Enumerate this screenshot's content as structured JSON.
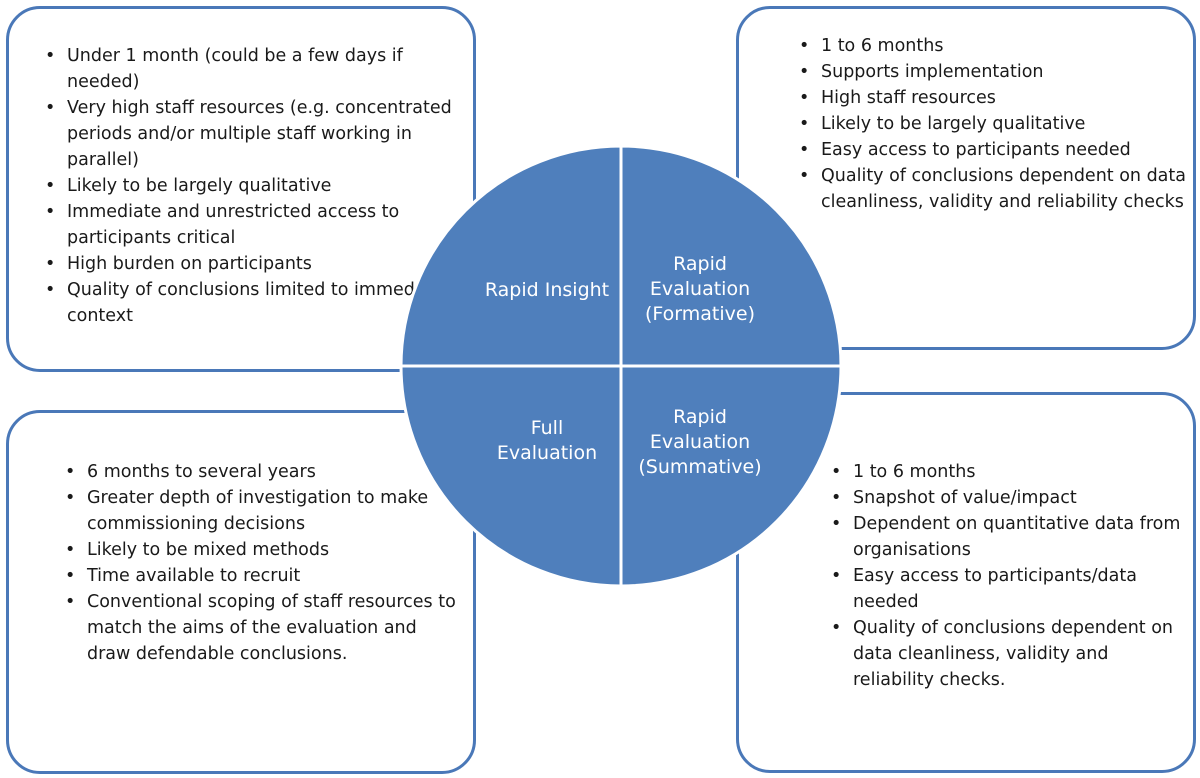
{
  "diagram": {
    "colors": {
      "circle_fill": "#4f7fbc",
      "divider": "#ffffff",
      "box_border": "#4a78b8",
      "text": "#1a1a1a"
    },
    "quadrants": {
      "top_left": "Rapid Insight",
      "top_right": "Rapid\nEvaluation\n(Formative)",
      "bottom_left": "Full\nEvaluation",
      "bottom_right": "Rapid\nEvaluation\n(Summative)"
    },
    "boxes": {
      "top_left": [
        "Under 1 month (could be a few days if needed)",
        "Very high staff resources (e.g. concentrated periods and/or multiple staff working in parallel)",
        "Likely to be largely qualitative",
        "Immediate and unrestricted access to participants critical",
        "High burden on participants",
        "Quality of conclusions limited   to immediate context"
      ],
      "top_right": [
        "1 to 6 months",
        "Supports implementation",
        "High staff resources",
        "Likely to be largely qualitative",
        "Easy access to participants needed",
        "Quality of conclusions dependent on data cleanliness, validity and reliability checks"
      ],
      "bottom_left": [
        "6 months to several years",
        "Greater depth of investigation to make commissioning decisions",
        "Likely to be mixed methods",
        "Time available to recruit",
        "Conventional scoping of staff resources to match the aims of the evaluation and draw defendable conclusions."
      ],
      "bottom_right": [
        "1 to 6 months",
        "Snapshot of value/impact",
        "Dependent on quantitative data from organisations",
        "Easy access to participants/data needed",
        "Quality of conclusions dependent on data cleanliness, validity and reliability checks."
      ]
    }
  }
}
